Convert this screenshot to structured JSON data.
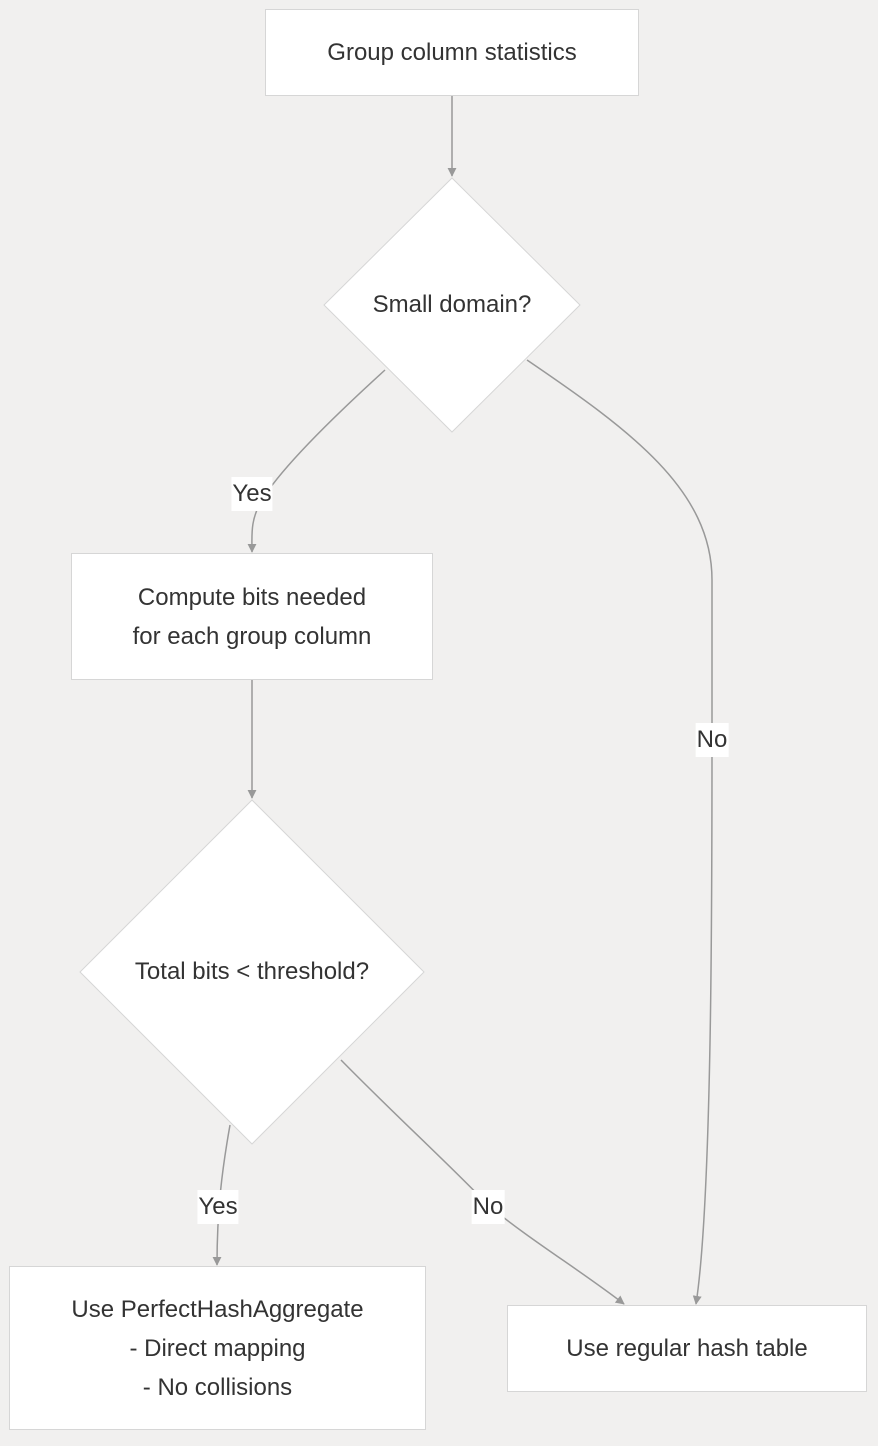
{
  "nodes": {
    "group_stats": "Group column statistics",
    "small_domain": "Small domain?",
    "compute_bits": "Compute bits needed\nfor each group column",
    "total_bits": "Total bits < threshold?",
    "perfect_hash": "Use PerfectHashAggregate\n- Direct mapping\n- No collisions",
    "regular_hash": "Use regular hash table"
  },
  "edges": {
    "small_domain_yes": "Yes",
    "small_domain_no": "No",
    "total_bits_yes": "Yes",
    "total_bits_no": "No"
  },
  "colors": {
    "background": "#f1f0ef",
    "node_fill": "#ffffff",
    "node_border": "#d6d6d6",
    "edge": "#999999",
    "text": "#333333"
  }
}
